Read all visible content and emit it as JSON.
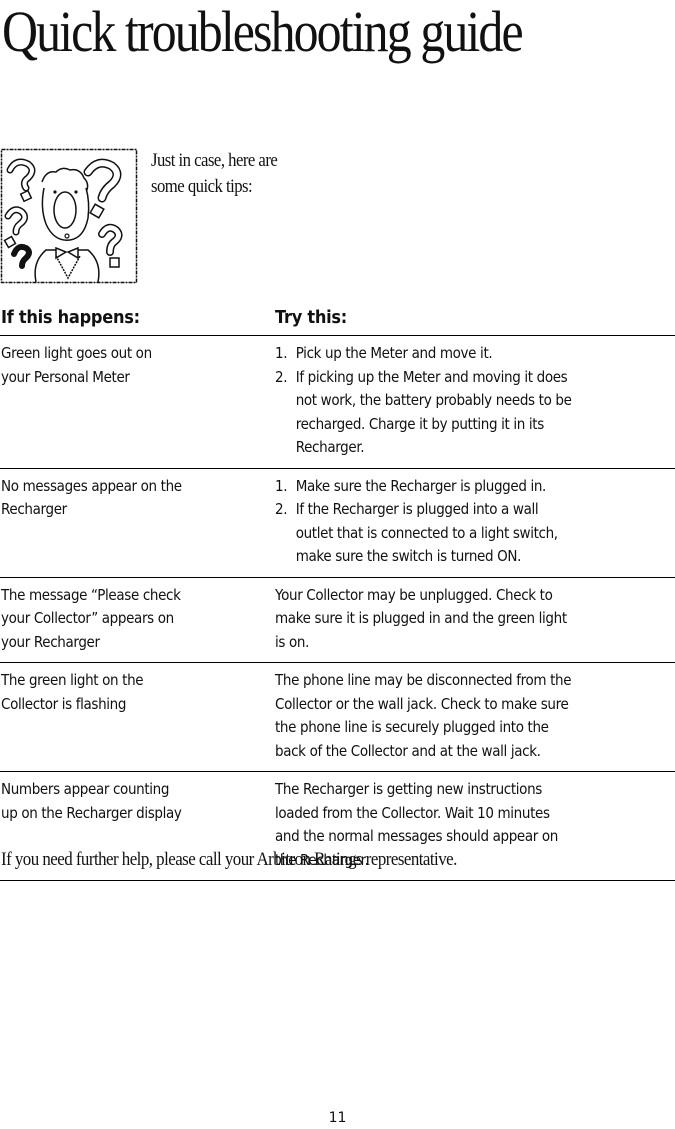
{
  "title": "Quick troubleshooting guide",
  "intro": {
    "line1": "Just in case, here are",
    "line2": "some quick tips:"
  },
  "illustration": "confused-person-with-question-marks",
  "table": {
    "headers": [
      "If this happens:",
      "Try this:"
    ],
    "rows": [
      {
        "problem": [
          "Green light goes out on",
          "your Personal Meter"
        ],
        "steps": [
          {
            "num": "1.",
            "lines": [
              "Pick up the Meter and move it."
            ]
          },
          {
            "num": "2.",
            "lines": [
              "If picking up the Meter and moving it does",
              "not work, the battery probably needs to be",
              "recharged. Charge it by putting it in its",
              "Recharger."
            ]
          }
        ]
      },
      {
        "problem": [
          "No messages appear on the",
          "Recharger"
        ],
        "steps": [
          {
            "num": "1.",
            "lines": [
              "Make sure the Recharger is plugged in."
            ]
          },
          {
            "num": "2.",
            "lines": [
              "If the Recharger is plugged into a wall",
              "outlet that is connected to a light switch,",
              "make sure the switch is turned ON."
            ]
          }
        ]
      },
      {
        "problem": [
          "The message “Please check",
          "your Collector” appears on",
          "your Recharger"
        ],
        "solution": [
          "Your Collector may be unplugged. Check to",
          "make sure it is plugged in and the green light",
          "is on."
        ]
      },
      {
        "problem": [
          "The green light on the",
          "Collector is flashing"
        ],
        "solution": [
          "The phone line may be disconnected from the",
          "Collector or the wall jack. Check to make sure",
          "the phone line is securely plugged into the",
          "back of the Collector and at the wall jack."
        ]
      },
      {
        "problem": [
          "Numbers appear counting",
          "up on the Recharger display"
        ],
        "solution": [
          "The Recharger is getting new instructions",
          "loaded from the Collector. Wait 10 minutes",
          "and the normal messages should appear on",
          "the Recharger."
        ]
      }
    ]
  },
  "footer": "If you need further help, please call your Arbitron Ratings representative.",
  "page_number": "11"
}
